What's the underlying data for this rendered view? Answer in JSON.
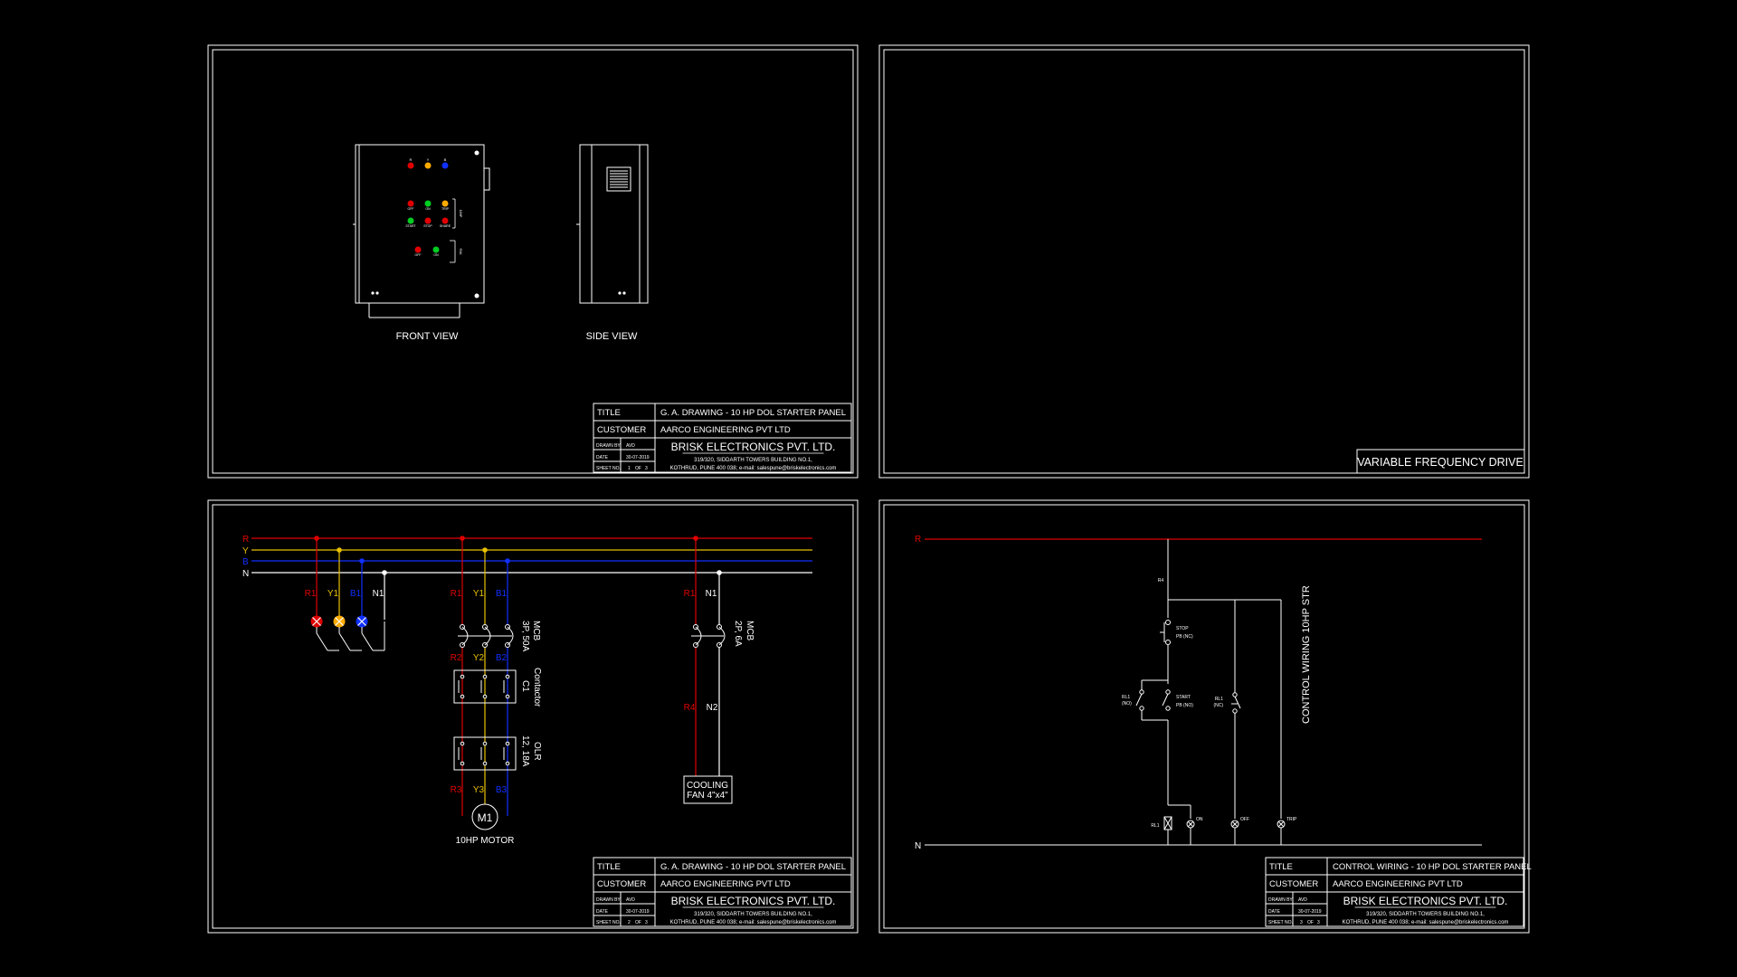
{
  "colors": {
    "background": "#000000",
    "line": "#ffffff",
    "phase_r": "#e00000",
    "phase_y": "#e8c000",
    "phase_b": "#1030ff",
    "lamp_amber": "#ffaa00",
    "lamp_green": "#00cc22"
  },
  "sheet1": {
    "front_view_label": "FRONT VIEW",
    "side_view_label": "SIDE VIEW",
    "front": {
      "phase_labels": [
        "R",
        "Y",
        "B"
      ],
      "row2_labels": [
        "OFF",
        "ON",
        "TRIP"
      ],
      "row3_labels": [
        "START",
        "STOP",
        "SHARE"
      ],
      "row4_labels": [
        "OFF",
        "ON"
      ],
      "bracket1_label": "10HP",
      "bracket2_label": "FAN"
    },
    "title_block": {
      "title_label": "TITLE",
      "title_value": "G. A. DRAWING - 10 HP DOL STARTER PANEL",
      "customer_label": "CUSTOMER",
      "customer_value": "AARCO ENGINEERING PVT LTD",
      "drawn_by_label": "DRAWN BY",
      "drawn_by_value": "AVD",
      "date_label": "DATE",
      "date_value": "30-07-2019",
      "sheet_label": "SHEET NO.",
      "sheet_no": "1",
      "sheet_of": "OF",
      "sheet_total": "3",
      "company": "BRISK ELECTRONICS PVT. LTD.",
      "address1": "319/320, SIDDARTH TOWERS BUILDING NO.1,",
      "address2": "KOTHRUD, PUNE 400 038; e-mail: salespune@briskelectronics.com"
    }
  },
  "sheet_vfd": {
    "label": "VARIABLE FREQUENCY DRIVE"
  },
  "sheet2": {
    "bus_labels": [
      "R",
      "Y",
      "B",
      "N"
    ],
    "ind_labels": [
      "R1",
      "Y1",
      "B1",
      "N1"
    ],
    "main_top_labels": [
      "R1",
      "Y1",
      "B1"
    ],
    "main_mid_labels": [
      "R2",
      "Y2",
      "B2"
    ],
    "main_bot_labels": [
      "R3",
      "Y3",
      "B3"
    ],
    "mcb_main": [
      "MCB",
      "3P, 50A"
    ],
    "contactor": [
      "Contactor",
      "C1"
    ],
    "olr": [
      "OLR",
      "12, 18A"
    ],
    "motor_symbol": "M1",
    "motor_label": "10HP MOTOR",
    "fan_top_labels": [
      "R1",
      "N1"
    ],
    "mcb_fan": [
      "MCB",
      "2P, 6A"
    ],
    "fan_mid_labels": [
      "R4",
      "N2"
    ],
    "fan_box": [
      "COOLING",
      "FAN 4\"x4\""
    ],
    "title_block": {
      "title_label": "TITLE",
      "title_value": "G. A. DRAWING - 10 HP DOL STARTER PANEL",
      "customer_label": "CUSTOMER",
      "customer_value": "AARCO ENGINEERING PVT LTD",
      "drawn_by_label": "DRAWN BY",
      "drawn_by_value": "AVD",
      "date_label": "DATE",
      "date_value": "30-07-2019",
      "sheet_label": "SHEET NO.",
      "sheet_no": "2",
      "sheet_of": "OF",
      "sheet_total": "3",
      "company": "BRISK ELECTRONICS PVT. LTD.",
      "address1": "319/320, SIDDARTH TOWERS BUILDING NO.1,",
      "address2": "KOTHRUD, PUNE 400 038; e-mail: salespune@briskelectronics.com"
    }
  },
  "sheet3": {
    "r_label": "R",
    "n_label": "N",
    "r4_label": "R4",
    "stop": [
      "STOP",
      "PB (NC)"
    ],
    "start": [
      "START",
      "PB (NO)"
    ],
    "rl1_hold": [
      "RL1",
      "(NO)"
    ],
    "rl1_trip": [
      "RL1",
      "(NC)"
    ],
    "coil_label": "RL1",
    "on_label": "ON",
    "off_label": "OFF",
    "trip_label": "TRIP",
    "vertical_title": "CONTROL WIRING 10HP STR",
    "title_block": {
      "title_label": "TITLE",
      "title_value": "CONTROL WIRING - 10 HP DOL STARTER PANEL",
      "customer_label": "CUSTOMER",
      "customer_value": "AARCO ENGINEERING PVT LTD",
      "drawn_by_label": "DRAWN BY",
      "drawn_by_value": "AVD",
      "date_label": "DATE",
      "date_value": "30-07-2019",
      "sheet_label": "SHEET NO.",
      "sheet_no": "3",
      "sheet_of": "OF",
      "sheet_total": "3",
      "company": "BRISK ELECTRONICS PVT. LTD.",
      "address1": "319/320, SIDDARTH TOWERS BUILDING NO.1,",
      "address2": "KOTHRUD, PUNE 400 038; e-mail: salespune@briskelectronics.com"
    }
  }
}
